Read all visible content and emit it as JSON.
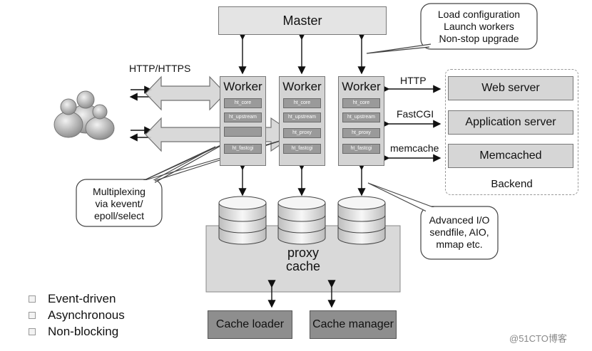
{
  "master": {
    "label": "Master"
  },
  "master_callout": {
    "lines": [
      "Load configuration",
      "Launch workers",
      "Non-stop upgrade"
    ]
  },
  "protocol_label": "HTTP/HTTPS",
  "workers": [
    {
      "title": "Worker",
      "modules": [
        "ht_core",
        "ht_upstream",
        "",
        "ht_fastcgi"
      ]
    },
    {
      "title": "Worker",
      "modules": [
        "ht_core",
        "ht_upstream",
        "ht_proxy",
        "ht_fastcgi"
      ]
    },
    {
      "title": "Worker",
      "modules": [
        "ht_core",
        "ht_upstream",
        "ht_proxy",
        "ht_fastcgi"
      ]
    }
  ],
  "backend_protocols": [
    "HTTP",
    "FastCGI",
    "memcache"
  ],
  "backend": {
    "servers": [
      "Web server",
      "Application server",
      "Memcached"
    ],
    "label": "Backend"
  },
  "multiplexing_callout": {
    "lines": [
      "Multiplexing",
      "via kevent/",
      "epoll/select"
    ]
  },
  "io_callout": {
    "lines": [
      "Advanced I/O",
      "sendfile, AIO,",
      "mmap etc."
    ]
  },
  "cache": {
    "lines": [
      "proxy",
      "cache"
    ]
  },
  "cache_processes": [
    "Cache loader",
    "Cache manager"
  ],
  "features": [
    "Event-driven",
    "Asynchronous",
    "Non-blocking"
  ],
  "watermark": "@51CTO博客"
}
